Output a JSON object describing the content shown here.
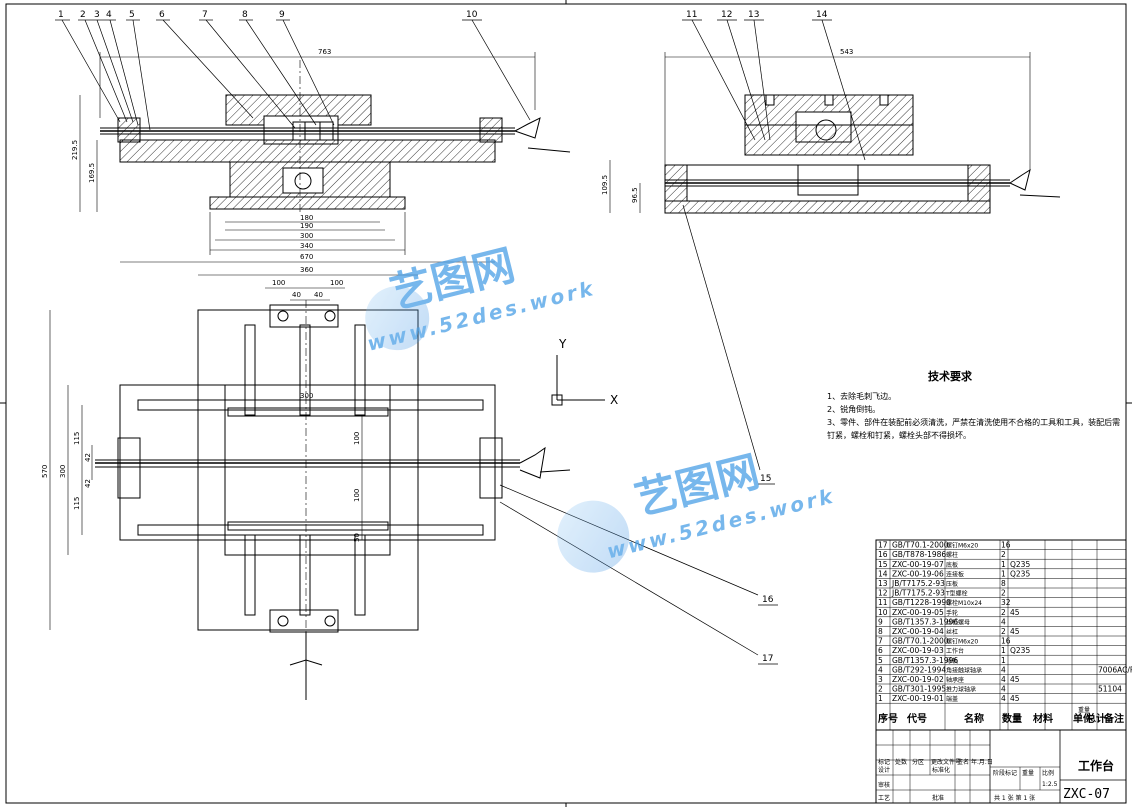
{
  "balloons": [
    "1",
    "2",
    "3",
    "4",
    "5",
    "6",
    "7",
    "8",
    "9",
    "10",
    "11",
    "12",
    "13",
    "14",
    "15",
    "16",
    "17"
  ],
  "front_dims": {
    "top_width": "763",
    "height_left": "219.5",
    "height_mid": "169.5",
    "base_180": "180",
    "base_190": "190",
    "base_300": "300",
    "base_340": "340"
  },
  "side_dims": {
    "top_width": "543",
    "h1": "109.5",
    "h2": "96.5"
  },
  "plan_dims": {
    "w670": "670",
    "w360": "360",
    "w100a": "100",
    "w100b": "100",
    "w40a": "40",
    "w40b": "40",
    "w300": "300",
    "h570": "570",
    "h300": "300",
    "h115a": "115",
    "h115b": "115",
    "h42a": "42",
    "h42b": "42",
    "v100a": "100",
    "v100b": "100",
    "v50": "50"
  },
  "axes": {
    "y": "Y",
    "x": "X"
  },
  "watermark": {
    "cn": "艺图网",
    "url": "www.52des.work"
  },
  "tech": {
    "title": "技术要求",
    "line1": "1、去除毛刺飞边。",
    "line2": "2、锐角倒钝。",
    "line3": "3、零件、部件在装配前必须清洗，严禁在清洗使用不合格的工具和工具，装配后需",
    "line4": "钉紧，螺栓和钉紧，螺栓头部不得损坏。"
  },
  "bom": {
    "rows": [
      {
        "no": "17",
        "code": "GB/T70.1-2000",
        "name": "螺钉M6x20",
        "qty": "16",
        "mat": "",
        "note": ""
      },
      {
        "no": "16",
        "code": "GB/T878-1986",
        "name": "螺柱",
        "qty": "2",
        "mat": "",
        "note": ""
      },
      {
        "no": "15",
        "code": "ZXC-00-19-07",
        "name": "底板",
        "qty": "1",
        "mat": "Q235",
        "note": ""
      },
      {
        "no": "14",
        "code": "ZXC-00-19-06",
        "name": "连接板",
        "qty": "1",
        "mat": "Q235",
        "note": ""
      },
      {
        "no": "13",
        "code": "JB/T7175.2-93",
        "name": "压板",
        "qty": "8",
        "mat": "",
        "note": ""
      },
      {
        "no": "12",
        "code": "JB/T7175.2-93",
        "name": "T型螺栓",
        "qty": "2",
        "mat": "",
        "note": ""
      },
      {
        "no": "11",
        "code": "GB/T1228-1990",
        "name": "螺栓M10x24",
        "qty": "32",
        "mat": "",
        "note": ""
      },
      {
        "no": "10",
        "code": "ZXC-00-19-05",
        "name": "手轮",
        "qty": "2",
        "mat": "45",
        "note": ""
      },
      {
        "no": "9",
        "code": "GB/T1357.3-1996",
        "name": "丝杠螺母",
        "qty": "4",
        "mat": "",
        "note": ""
      },
      {
        "no": "8",
        "code": "ZXC-00-19-04",
        "name": "丝杠",
        "qty": "2",
        "mat": "45",
        "note": ""
      },
      {
        "no": "7",
        "code": "GB/T70.1-2000",
        "name": "螺钉M6x20",
        "qty": "16",
        "mat": "",
        "note": ""
      },
      {
        "no": "6",
        "code": "ZXC-00-19-03",
        "name": "工作台",
        "qty": "1",
        "mat": "Q235",
        "note": ""
      },
      {
        "no": "5",
        "code": "GB/T1357.3-1996",
        "name": "导轨",
        "qty": "1",
        "mat": "",
        "note": ""
      },
      {
        "no": "4",
        "code": "GB/T292-1994",
        "name": "角接触球轴承",
        "qty": "4",
        "mat": "",
        "note": "7006AC/P"
      },
      {
        "no": "3",
        "code": "ZXC-00-19-02",
        "name": "轴承座",
        "qty": "4",
        "mat": "45",
        "note": ""
      },
      {
        "no": "2",
        "code": "GB/T301-1995",
        "name": "推力球轴承",
        "qty": "4",
        "mat": "",
        "note": "51104"
      },
      {
        "no": "1",
        "code": "ZXC-00-19-01",
        "name": "端盖",
        "qty": "4",
        "mat": "45",
        "note": ""
      }
    ],
    "header": {
      "no": "序号",
      "code": "代号",
      "name": "名称",
      "qty": "数量",
      "mat": "材料",
      "w1": "单件",
      "w2": "总计",
      "wt": "重量",
      "note": "备注"
    }
  },
  "title_block": {
    "name": "工作台",
    "code": "ZXC-07",
    "scale": "1:2.5",
    "mark": "标记",
    "count": "处数",
    "zone": "分区",
    "docno": "更改文件号",
    "sign": "签名",
    "date": "年.月.日",
    "design": "设计",
    "std": "标准化",
    "stage": "阶段标记",
    "weight": "重量",
    "ratio": "比例",
    "check": "审核",
    "process": "工艺",
    "approve": "批准",
    "sheets": "共 1 张 第 1 张"
  }
}
